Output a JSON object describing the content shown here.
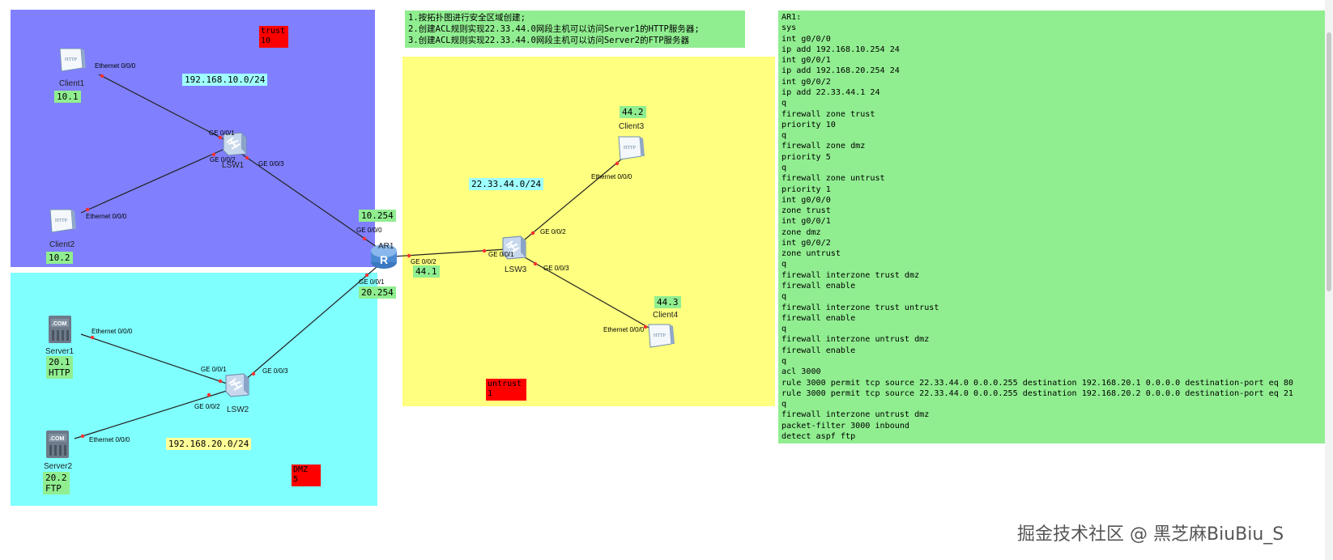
{
  "zones": {
    "trust": {
      "name": "trust",
      "priority": "10"
    },
    "dmz": {
      "name": "DMZ",
      "priority": "5"
    },
    "untrust": {
      "name": "untrust",
      "priority": "1"
    }
  },
  "subnets": {
    "trust": "192.168.10.0/24",
    "dmz": "192.168.20.0/24",
    "untrust": "22.33.44.0/24"
  },
  "devices": {
    "client1": {
      "name": "Client1",
      "ip": "10.1",
      "icon": "HTTP"
    },
    "client2": {
      "name": "Client2",
      "ip": "10.2",
      "icon": "HTTP"
    },
    "client3": {
      "name": "Client3",
      "ip": "44.2",
      "icon": "HTTP"
    },
    "client4": {
      "name": "Client4",
      "ip": "44.3",
      "icon": "HTTP"
    },
    "server1": {
      "name": "Server1",
      "ip": "20.1",
      "service": "HTTP",
      "icon": ".COM"
    },
    "server2": {
      "name": "Server2",
      "ip": "20.2",
      "service": "FTP",
      "icon": ".COM"
    },
    "lsw1": {
      "name": "LSW1"
    },
    "lsw2": {
      "name": "LSW2"
    },
    "lsw3": {
      "name": "LSW3"
    },
    "ar1": {
      "name": "AR1",
      "icon": "R"
    }
  },
  "router_ips": {
    "g000": "10.254",
    "g001": "20.254",
    "g002": "44.1"
  },
  "ports": {
    "client1_eth": "Ethernet 0/0/0",
    "client2_eth": "Ethernet 0/0/0",
    "client3_eth": "Ethernet 0/0/0",
    "client4_eth": "Ethernet 0/0/0",
    "server1_eth": "Ethernet 0/0/0",
    "server2_eth": "Ethernet 0/0/0",
    "lsw1_g1": "GE 0/0/1",
    "lsw1_g2": "GE 0/0/2",
    "lsw1_g3": "GE 0/0/3",
    "lsw2_g1": "GE 0/0/1",
    "lsw2_g2": "GE 0/0/2",
    "lsw2_g3": "GE 0/0/3",
    "lsw3_g1": "GE 0/0/1",
    "lsw3_g2": "GE 0/0/2",
    "lsw3_g3": "GE 0/0/3",
    "ar1_g0": "GE 0/0/0",
    "ar1_g1": "GE 0/0/1",
    "ar1_g2": "GE 0/0/2"
  },
  "notes": [
    "1.按拓扑图进行安全区域创建;",
    "2.创建ACL规则实现22.33.44.0网段主机可以访问Server1的HTTP服务器;",
    "3.创建ACL规则实现22.33.44.0网段主机可以访问Server2的FTP服务器"
  ],
  "config": [
    "AR1:",
    "sys",
    "int g0/0/0",
    "ip add 192.168.10.254 24",
    "int g0/0/1",
    "ip add 192.168.20.254 24",
    "int g0/0/2",
    "ip add 22.33.44.1 24",
    "q",
    "firewall zone trust",
    "priority 10",
    "q",
    "firewall zone dmz",
    "priority 5",
    "q",
    "firewall zone untrust",
    "priority 1",
    "int g0/0/0",
    "zone trust",
    "int g0/0/1",
    "zone dmz",
    "int g0/0/2",
    "zone untrust",
    "q",
    "firewall interzone trust dmz",
    "firewall enable",
    "q",
    "firewall interzone trust untrust",
    "firewall enable",
    "q",
    "firewall interzone untrust dmz",
    "firewall enable",
    "q",
    "acl 3000",
    "rule 3000 permit tcp source 22.33.44.0 0.0.0.255 destination 192.168.20.1 0.0.0.0 destination-port eq 80",
    "rule 3000 permit tcp source 22.33.44.0 0.0.0.255 destination 192.168.20.2 0.0.0.0 destination-port eq 21",
    "q",
    "firewall interzone untrust dmz",
    "packet-filter 3000 inbound",
    "detect aspf ftp"
  ],
  "watermark": "掘金技术社区 @ 黑芝麻BiuBiu_S"
}
